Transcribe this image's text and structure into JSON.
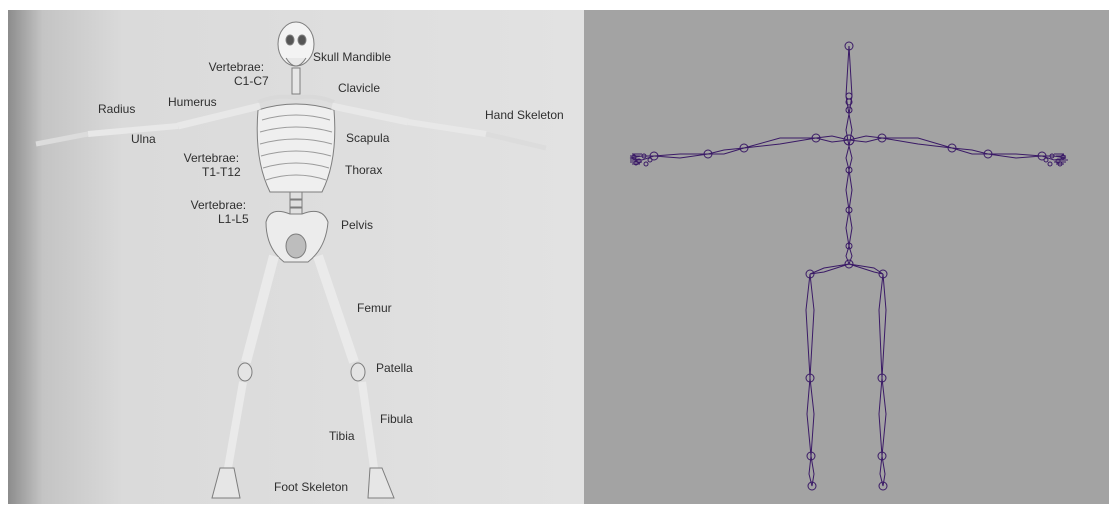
{
  "labels": {
    "skull_mandible": "Skull Mandible",
    "vertebrae_c": [
      "Vertebrae:",
      "C1-C7"
    ],
    "clavicle": "Clavicle",
    "humerus": "Humerus",
    "radius": "Radius",
    "ulna": "Ulna",
    "hand_skeleton": "Hand Skeleton",
    "scapula": "Scapula",
    "vertebrae_t": [
      "Vertebrae:",
      "T1-T12"
    ],
    "thorax": "Thorax",
    "vertebrae_l": [
      "Vertebrae:",
      "L1-L5"
    ],
    "pelvis": "Pelvis",
    "femur": "Femur",
    "patella": "Patella",
    "fibula": "Fibula",
    "tibia": "Tibia",
    "foot_skeleton": "Foot Skeleton"
  },
  "colors": {
    "photo_bg": "#dcdcdc",
    "bone": "#f2f2f2",
    "bone_shade": "#8a8a8a",
    "rig_bg": "#a3a3a3",
    "joint": "#3a1a66"
  }
}
